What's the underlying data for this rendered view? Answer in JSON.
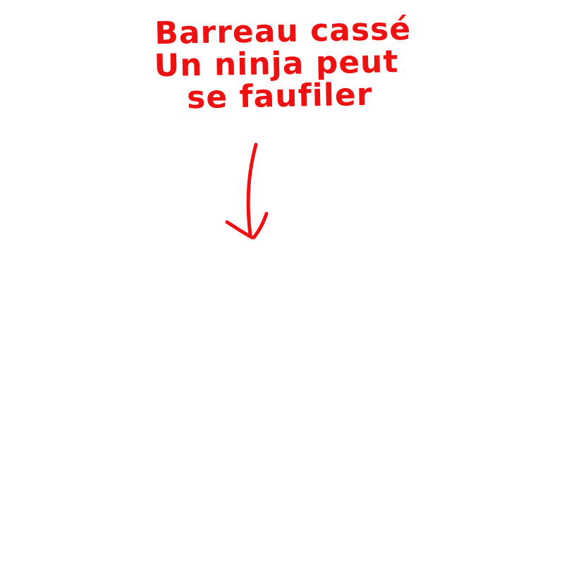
{
  "annotation": {
    "lines": [
      "Barreau cassé",
      "Un ninja peut",
      "se faufiler"
    ]
  },
  "arrow": {
    "direction": "down",
    "icon": "arrow-down-icon"
  },
  "colors": {
    "ink": "#ee1111",
    "background": "#ffffff"
  }
}
